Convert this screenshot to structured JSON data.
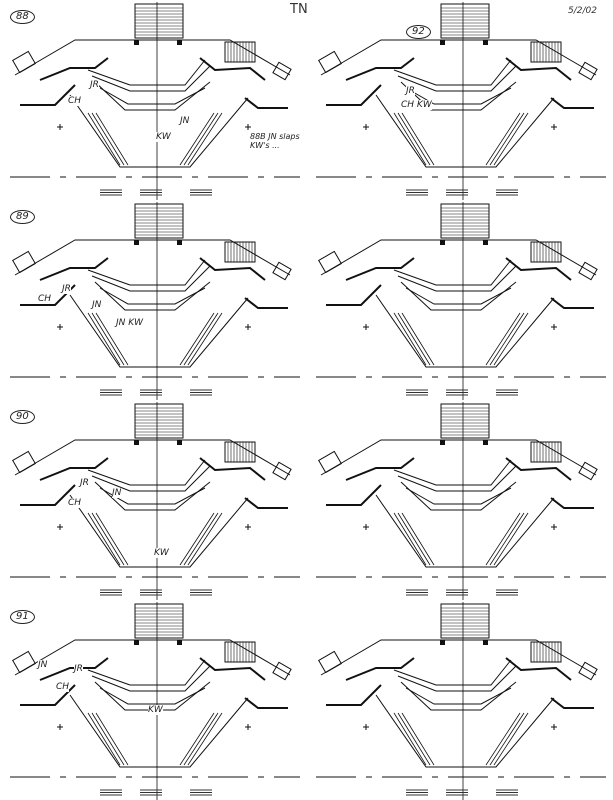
{
  "header": {
    "initials": "TN",
    "date": "5/2/02"
  },
  "panels": [
    {
      "cue": "88",
      "labels": [
        "CH",
        "JR",
        "JN",
        "KW"
      ],
      "note": "88B JN slaps KW's ..."
    },
    {
      "cue": "92",
      "labels": [
        "JR",
        "CH KW"
      ]
    },
    {
      "cue": "89",
      "labels": [
        "CH",
        "JR",
        "JN",
        "JN KW"
      ]
    },
    {
      "cue": "",
      "labels": []
    },
    {
      "cue": "90",
      "labels": [
        "CH",
        "JR",
        "JN",
        "KW"
      ]
    },
    {
      "cue": "",
      "labels": []
    },
    {
      "cue": "91",
      "labels": [
        "JN",
        "JR",
        "CH",
        "KW"
      ]
    },
    {
      "cue": "",
      "labels": []
    }
  ]
}
